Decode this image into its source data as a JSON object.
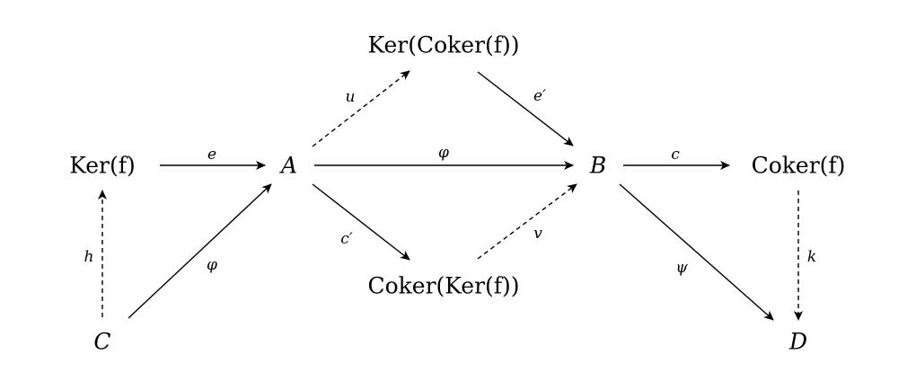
{
  "nodes": [
    {
      "id": "kerCoker",
      "text": "Ker(Coker(f))",
      "italic": false
    },
    {
      "id": "kerf",
      "text": "Ker(f)",
      "italic": false
    },
    {
      "id": "A",
      "text": "A",
      "italic": true
    },
    {
      "id": "B",
      "text": "B",
      "italic": true
    },
    {
      "id": "cokerf",
      "text": "Coker(f)",
      "italic": false
    },
    {
      "id": "cokerKer",
      "text": "Coker(Ker(f))",
      "italic": false
    },
    {
      "id": "C",
      "text": "C",
      "italic": true
    },
    {
      "id": "D",
      "text": "D",
      "italic": true
    }
  ],
  "edges": [
    {
      "id": "e",
      "from": "kerf",
      "to": "A",
      "label": "e",
      "style": "solid"
    },
    {
      "id": "phi-top",
      "from": "A",
      "to": "B",
      "label": "φ",
      "style": "solid"
    },
    {
      "id": "u",
      "from": "A",
      "to": "kerCoker",
      "label": "u",
      "style": "dashed"
    },
    {
      "id": "e-prime",
      "from": "kerCoker",
      "to": "B",
      "label": "e′",
      "style": "solid"
    },
    {
      "id": "c-prime",
      "from": "A",
      "to": "cokerKer",
      "label": "c′",
      "style": "solid"
    },
    {
      "id": "v",
      "from": "cokerKer",
      "to": "B",
      "label": "v",
      "style": "dashed"
    },
    {
      "id": "c",
      "from": "B",
      "to": "cokerf",
      "label": "c",
      "style": "solid"
    },
    {
      "id": "h",
      "from": "C",
      "to": "kerf",
      "label": "h",
      "style": "dashed"
    },
    {
      "id": "phi-left",
      "from": "C",
      "to": "A",
      "label": "φ",
      "style": "solid"
    },
    {
      "id": "psi",
      "from": "B",
      "to": "D",
      "label": "ψ",
      "style": "solid"
    },
    {
      "id": "k",
      "from": "cokerf",
      "to": "D",
      "label": "k",
      "style": "dashed"
    }
  ]
}
